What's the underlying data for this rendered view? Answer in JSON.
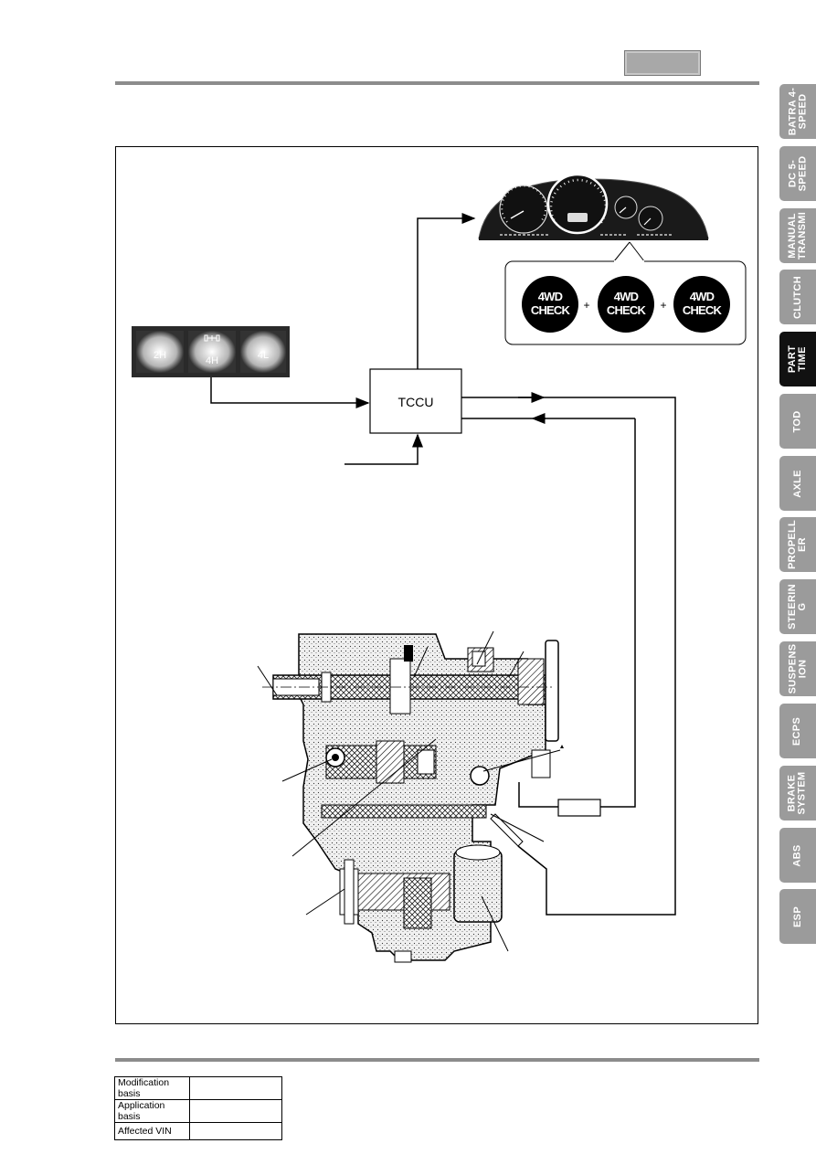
{
  "tabs": [
    {
      "label": "BATRA 4-\nSPEED",
      "active": false
    },
    {
      "label": "DC 5-\nSPEED",
      "active": false
    },
    {
      "label": "MANUAL\nTRANSMI",
      "active": false
    },
    {
      "label": "CLUTCH",
      "active": false
    },
    {
      "label": "PART\nTIME",
      "active": true
    },
    {
      "label": "TOD",
      "active": false
    },
    {
      "label": "AXLE",
      "active": false
    },
    {
      "label": "PROPELL\nER",
      "active": false
    },
    {
      "label": "STEERIN\nG",
      "active": false
    },
    {
      "label": "SUSPENS\nION",
      "active": false
    },
    {
      "label": "ECPS",
      "active": false
    },
    {
      "label": "BRAKE\nSYSTEM",
      "active": false
    },
    {
      "label": "ABS",
      "active": false
    },
    {
      "label": "ESP",
      "active": false
    }
  ],
  "diagram": {
    "switch_labels": [
      "2H",
      "4H",
      "4L"
    ],
    "tccu_label": "TCCU",
    "indicator": {
      "line1": "4WD",
      "line2": "CHECK"
    },
    "plus": "+"
  },
  "footer": {
    "rows": [
      "Modification basis",
      "Application basis",
      "Affected VIN"
    ]
  },
  "colors": {
    "tab_bg": "#9b9b9b",
    "tab_active_bg": "#111111",
    "rule": "#8c8c8c"
  }
}
